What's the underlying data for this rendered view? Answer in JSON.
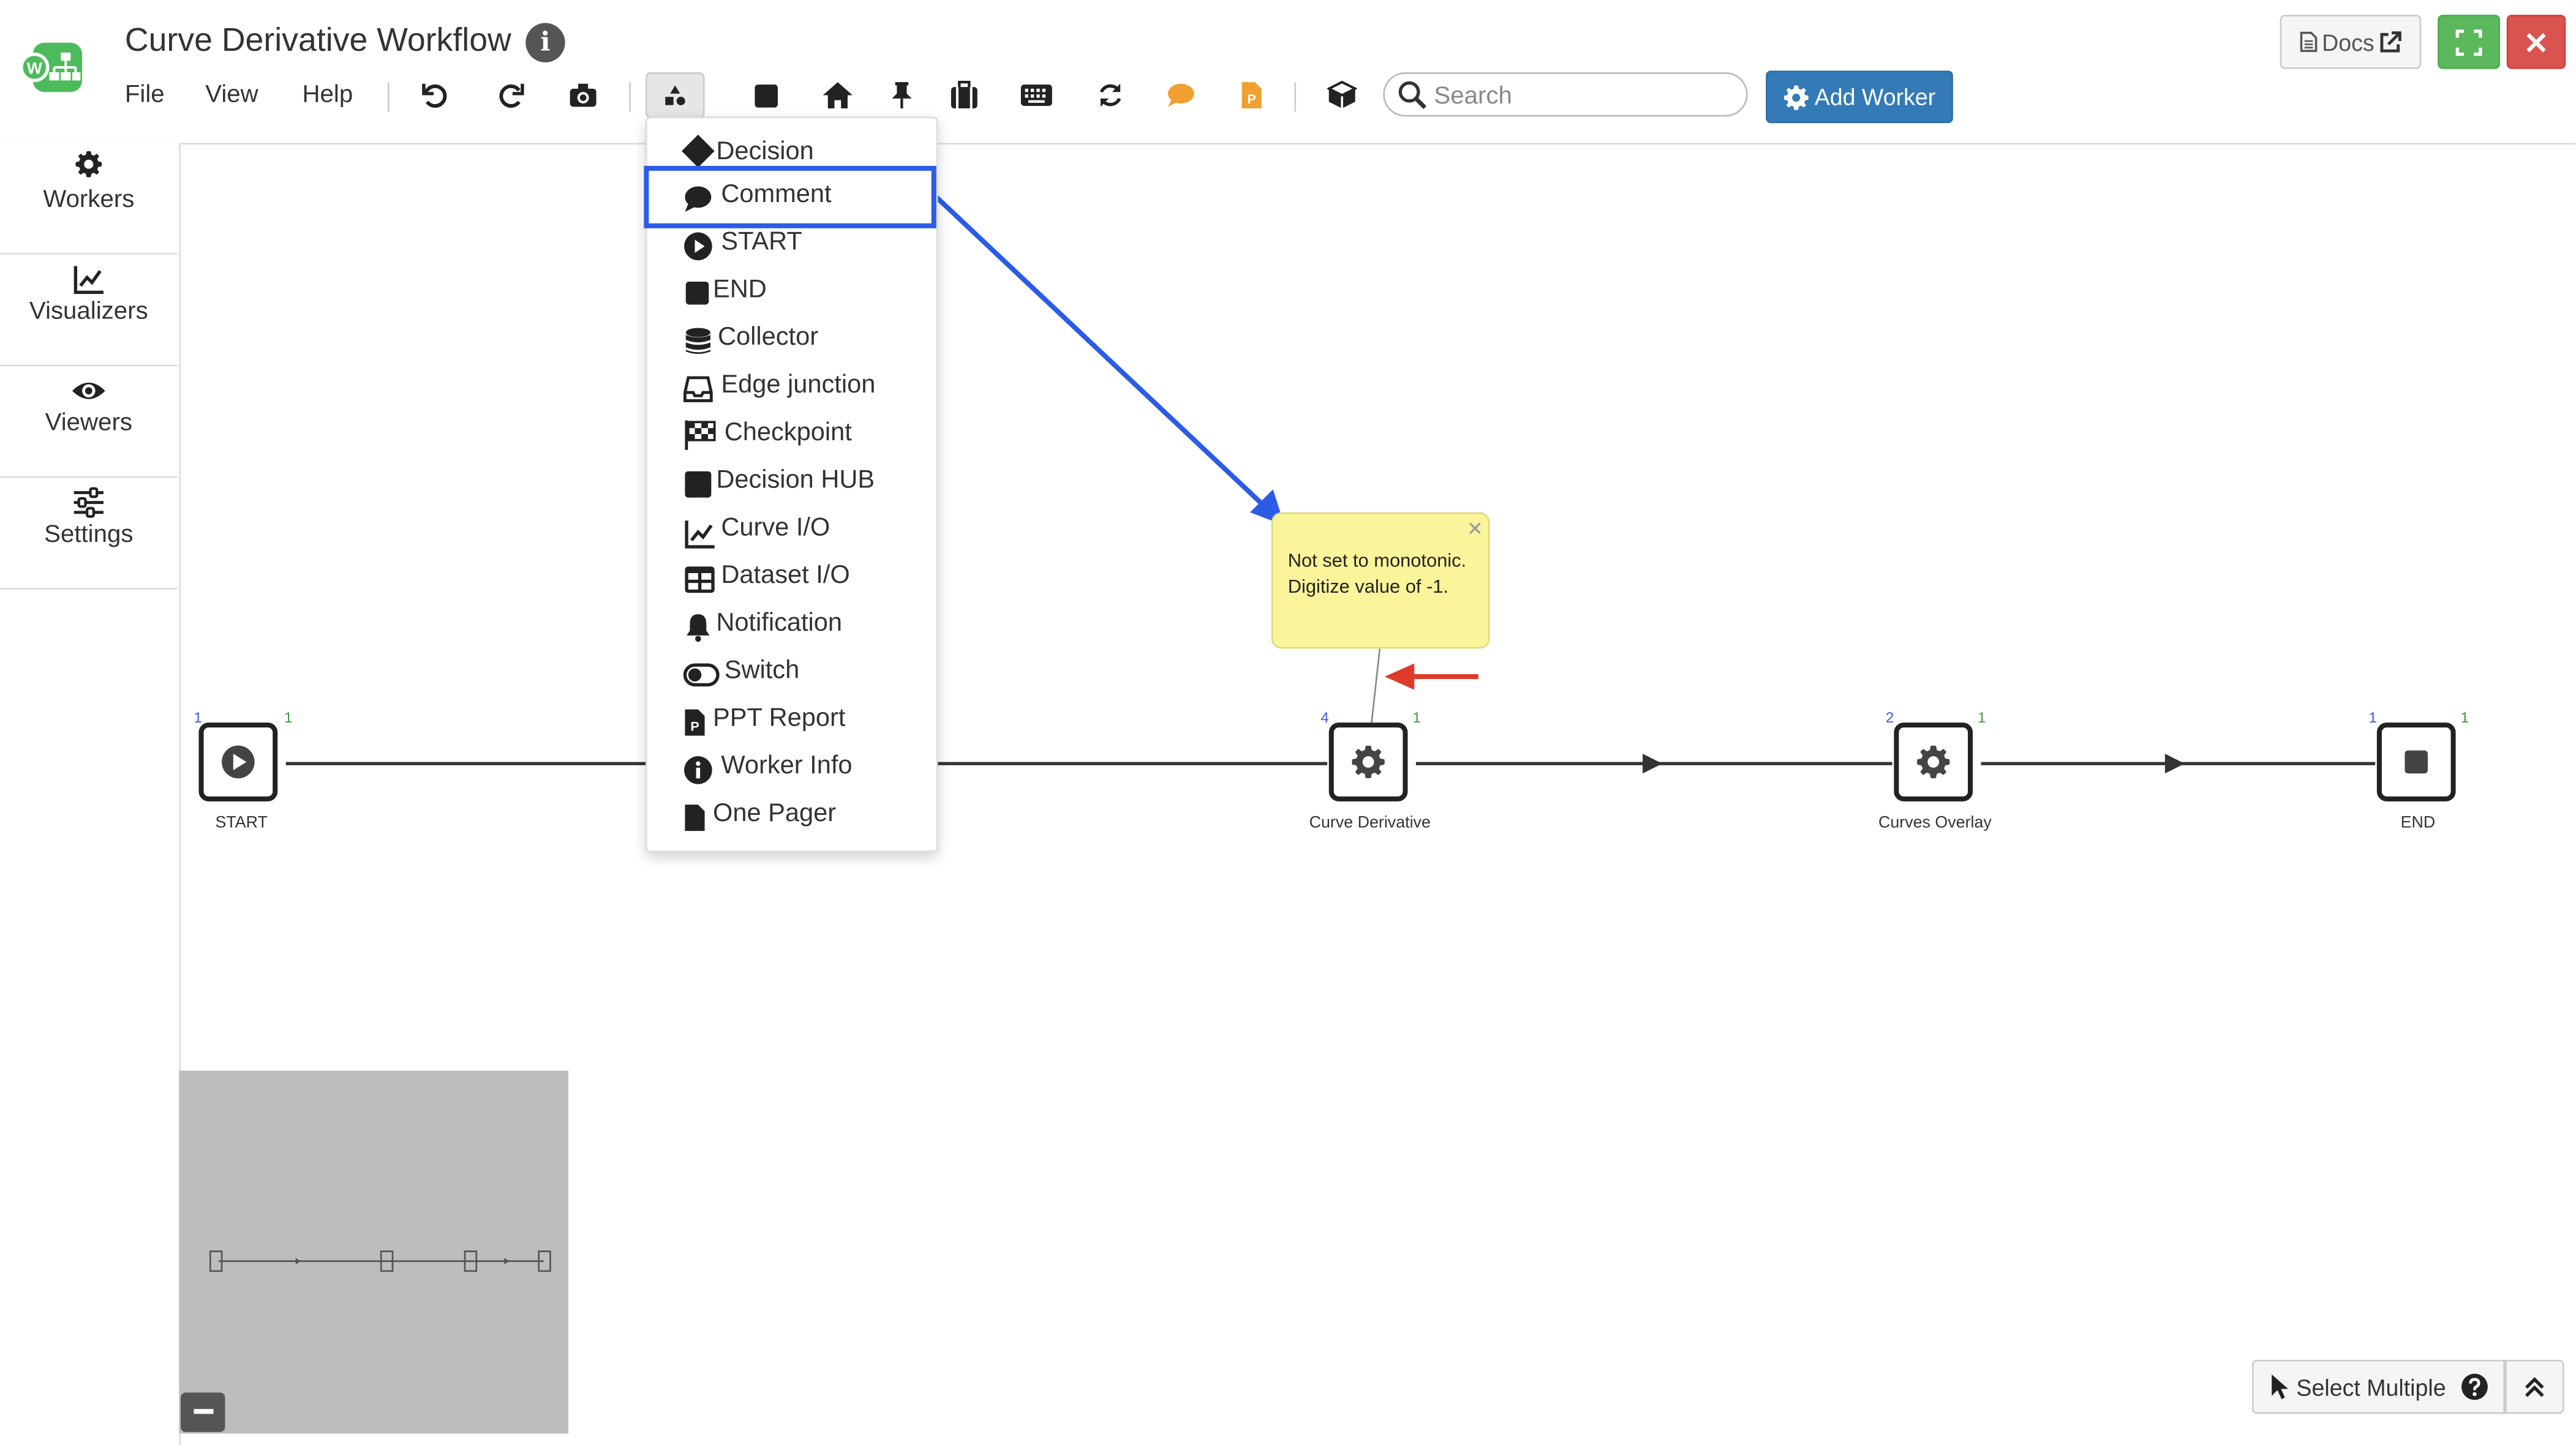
{
  "app": {
    "title": "Curve Derivative Workflow"
  },
  "menubar": {
    "file": "File",
    "view": "View",
    "help": "Help"
  },
  "toolbar_icons": [
    "undo-icon",
    "redo-icon",
    "camera-icon",
    "shapes-icon",
    "square-icon",
    "home-icon",
    "pin-icon",
    "suitcase-icon",
    "keyboard-icon",
    "refresh-icon",
    "comment-icon",
    "ppt-file-icon",
    "cube-icon"
  ],
  "search": {
    "placeholder": "Search",
    "value": ""
  },
  "buttons": {
    "add_worker": "Add Worker",
    "docs": "Docs",
    "select_multiple": "Select Multiple"
  },
  "sidebar": {
    "items": [
      {
        "label": "Workers",
        "icon": "gear-icon"
      },
      {
        "label": "Visualizers",
        "icon": "line-chart-icon"
      },
      {
        "label": "Viewers",
        "icon": "eye-icon"
      },
      {
        "label": "Settings",
        "icon": "sliders-icon"
      }
    ]
  },
  "dropdown": {
    "items": [
      {
        "label": "Decision",
        "icon": "diamond-icon"
      },
      {
        "label": "Comment",
        "icon": "comment-icon"
      },
      {
        "label": "START",
        "icon": "play-circle-icon"
      },
      {
        "label": "END",
        "icon": "stop-icon"
      },
      {
        "label": "Collector",
        "icon": "database-icon"
      },
      {
        "label": "Edge junction",
        "icon": "inbox-icon"
      },
      {
        "label": "Checkpoint",
        "icon": "checkered-flag-icon"
      },
      {
        "label": "Decision HUB",
        "icon": "square-icon"
      },
      {
        "label": "Curve I/O",
        "icon": "line-chart-icon"
      },
      {
        "label": "Dataset I/O",
        "icon": "table-icon"
      },
      {
        "label": "Notification",
        "icon": "bell-icon"
      },
      {
        "label": "Switch",
        "icon": "toggle-icon"
      },
      {
        "label": "PPT Report",
        "icon": "ppt-file-icon"
      },
      {
        "label": "Worker Info",
        "icon": "info-circle-icon"
      },
      {
        "label": "One Pager",
        "icon": "file-icon"
      }
    ],
    "highlighted": "Comment"
  },
  "workflow": {
    "nodes": [
      {
        "label": "START",
        "in": "1",
        "out": "1",
        "icon": "play-icon"
      },
      {
        "label": "Curve Derivative",
        "in": "4",
        "out": "1",
        "icon": "gear-icon"
      },
      {
        "label": "Curves Overlay",
        "in": "2",
        "out": "1",
        "icon": "gear-icon"
      },
      {
        "label": "END",
        "in": "1",
        "out": "1",
        "icon": "stop-icon"
      }
    ],
    "comment": {
      "line1": "Not set to monotonic.",
      "line2": "Digitize value of -1."
    }
  },
  "annotations": {
    "highlight_color": "#2b5ce6",
    "red_arrow_color": "#e03a2a"
  },
  "colors": {
    "add_worker_bg": "#337ab7",
    "fullscreen_bg": "#5cb85c",
    "close_bg": "#d9534f",
    "comment_bg": "#faf59a",
    "logo_green": "#4cbb5b",
    "orange_icon": "#f0a030"
  }
}
